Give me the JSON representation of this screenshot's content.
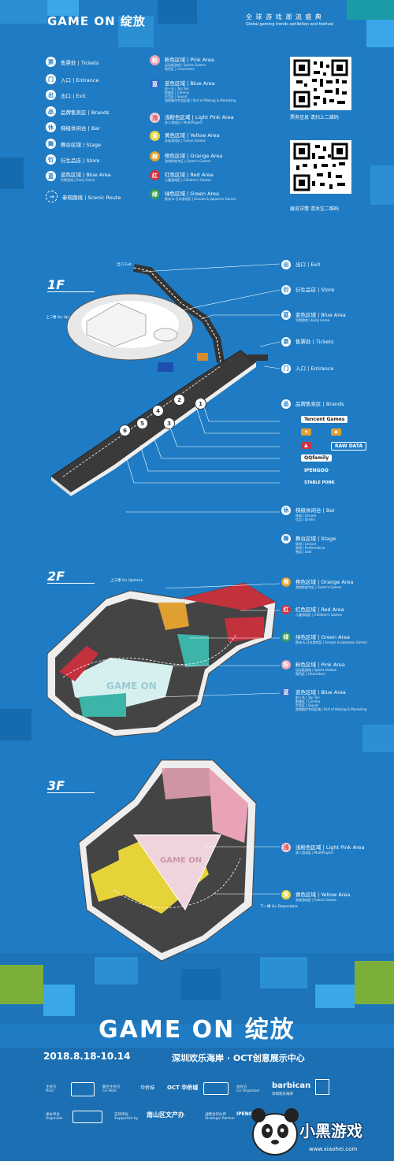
{
  "header": {
    "logo": "GAME ON 绽放",
    "title_cn": "全 球 游 戏 潮 流 盛 典",
    "title_en": "Global gaming trends exhibition and festival"
  },
  "legend_left": [
    {
      "glyph": "票",
      "label": "售票处 | Tickets",
      "sub": ""
    },
    {
      "glyph": "门",
      "label": "入口 | Entrance",
      "sub": ""
    },
    {
      "glyph": "出",
      "label": "出口 | Exit",
      "sub": ""
    },
    {
      "glyph": "品",
      "label": "品牌售卖区 | Brands",
      "sub": ""
    },
    {
      "glyph": "休",
      "label": "梯级休闲台 | Bar",
      "sub": ""
    },
    {
      "glyph": "舞",
      "label": "舞台区域 | Stage",
      "sub": ""
    },
    {
      "glyph": "衍",
      "label": "衍生品店 | Store",
      "sub": ""
    },
    {
      "glyph": "蓝",
      "label": "蓝色区域 | Blue Area",
      "sub": "早期游戏 | Early Game"
    },
    {
      "glyph": "→",
      "label": "参观路线 | Scenic Route",
      "sub": ""
    }
  ],
  "legend_right": [
    {
      "glyph": "粉",
      "label": "粉色区域 | Pink Area",
      "sub": "运动类游戏 | Sports Games\n角色区 | Characters"
    },
    {
      "glyph": "蓝",
      "label": "蓝色区域 | Blue Area",
      "sub": "前十名 | Top Ten\n影像区 | Cinema\n声音区 | Sound\n游戏制作专用区域 | Part of Making & Marketing"
    },
    {
      "glyph": "浅",
      "label": "浅粉色区域 | Light Pink Area",
      "sub": "多人游戏区 | MultiPlayers"
    },
    {
      "glyph": "黄",
      "label": "黄色区域 | Yellow Area",
      "sub": "未来游戏区 | Future Games"
    },
    {
      "glyph": "橙",
      "label": "橙色区域 | Orange Area",
      "sub": "游戏种族专区 | Game's Genres"
    },
    {
      "glyph": "红",
      "label": "红色区域 | Red Area",
      "sub": "儿童游戏区 | Children's Games"
    },
    {
      "glyph": "绿",
      "label": "绿色区域 | Green Area",
      "sub": "欧洲 & 日本游戏区 | Europe & Japanese Games"
    }
  ],
  "qr": [
    {
      "label": "票务信息  请扫上二维码"
    },
    {
      "label": "展览详情  请关注二维码"
    }
  ],
  "floors": {
    "f1": {
      "name": "1F",
      "exit_tag": "出口 Exit",
      "up_tag": "上二楼 Go Upstairs",
      "callouts": [
        {
          "glyph": "出",
          "label": "出口 | Exit",
          "sub": ""
        },
        {
          "glyph": "衍",
          "label": "衍生品店 | Store",
          "sub": ""
        },
        {
          "glyph": "蓝",
          "label": "蓝色区域 | Blue Area",
          "sub": "早期游戏 | Early Game"
        },
        {
          "glyph": "票",
          "label": "售票处 | Tickets",
          "sub": ""
        },
        {
          "glyph": "门",
          "label": "入口 | Entrance",
          "sub": ""
        },
        {
          "glyph": "品",
          "label": "品牌售卖区 | Brands",
          "sub": ""
        },
        {
          "glyph": "休",
          "label": "梯级休闲台 | Bar",
          "sub": "休闲 | Leisure\n饮品 | Drinks"
        },
        {
          "glyph": "舞",
          "label": "舞台区域 | Stage",
          "sub": "休闲 | Leisure\n表演 | Performance\n售卖 | Sale"
        }
      ],
      "brands": [
        "Tencent Games",
        "QQfamily",
        "IPENGOO",
        "RAW DATA",
        "STABLE PONK"
      ],
      "numbers": [
        "1",
        "2",
        "3",
        "4",
        "5",
        "6"
      ]
    },
    "f2": {
      "name": "2F",
      "up_tag": "上三楼 Go Upstairs",
      "callouts": [
        {
          "glyph": "橙",
          "label": "橙色区域 | Orange Area",
          "sub": "游戏种族专区 | Game's Genres"
        },
        {
          "glyph": "红",
          "label": "红色区域 | Red Area",
          "sub": "儿童游戏区 | Children's Games"
        },
        {
          "glyph": "绿",
          "label": "绿色区域 | Green Area",
          "sub": "欧洲 & 日本游戏区 | Europe & Japanese Games"
        },
        {
          "glyph": "粉",
          "label": "粉色区域 | Pink Area",
          "sub": "运动类游戏 | Sports Games\n角色区 | Characters"
        },
        {
          "glyph": "蓝",
          "label": "蓝色区域 | Blue Area",
          "sub": "前十名 | Top Ten\n影像区 | Cinema\n声音区 | Sound\n游戏制作专用区域 | Part of Making & Marketing"
        }
      ]
    },
    "f3": {
      "name": "3F",
      "down_tag": "下一楼 Go Downstairs",
      "callouts": [
        {
          "glyph": "浅",
          "label": "浅粉色区域 | Light Pink Area",
          "sub": "多人游戏区 | MultiPlayers"
        },
        {
          "glyph": "黄",
          "label": "黄色区域 | Yellow Area",
          "sub": "未来游戏区 | Future Games"
        }
      ]
    }
  },
  "footer": {
    "logo": "GAME ON 绽放",
    "date": "2018.8.18-10.14",
    "venue": "深圳欢乐海岸 · OCT创意展示中心",
    "organizers": [
      {
        "role": "主办方",
        "role_en": "Host"
      },
      {
        "role": "联合主办方",
        "role_en": "Co-Host"
      },
      {
        "role": "协办方",
        "role_en": "Co-Organizer"
      },
      {
        "role": "承办单位",
        "role_en": "Organizer"
      },
      {
        "role": "支持单位",
        "role_en": "Supported by"
      },
      {
        "role": "战略合作伙伴",
        "role_en": "Strategic Partner"
      }
    ],
    "supporter_text": "南山区文产办",
    "partners": [
      "华侨城",
      "OCT 华侨城",
      "barbican",
      "深圳欢乐海岸",
      "IPENGOO"
    ],
    "watermark": "小黑游戏",
    "watermark_url": "www.xiaohei.com"
  },
  "colors": {
    "background": "#1f7cc4",
    "green": "#3a9a57",
    "orange": "#e0a030",
    "red": "#cf3340",
    "yellow": "#e6d33a",
    "pink": "#e9a3b6",
    "teal": "#3cb4a8"
  }
}
